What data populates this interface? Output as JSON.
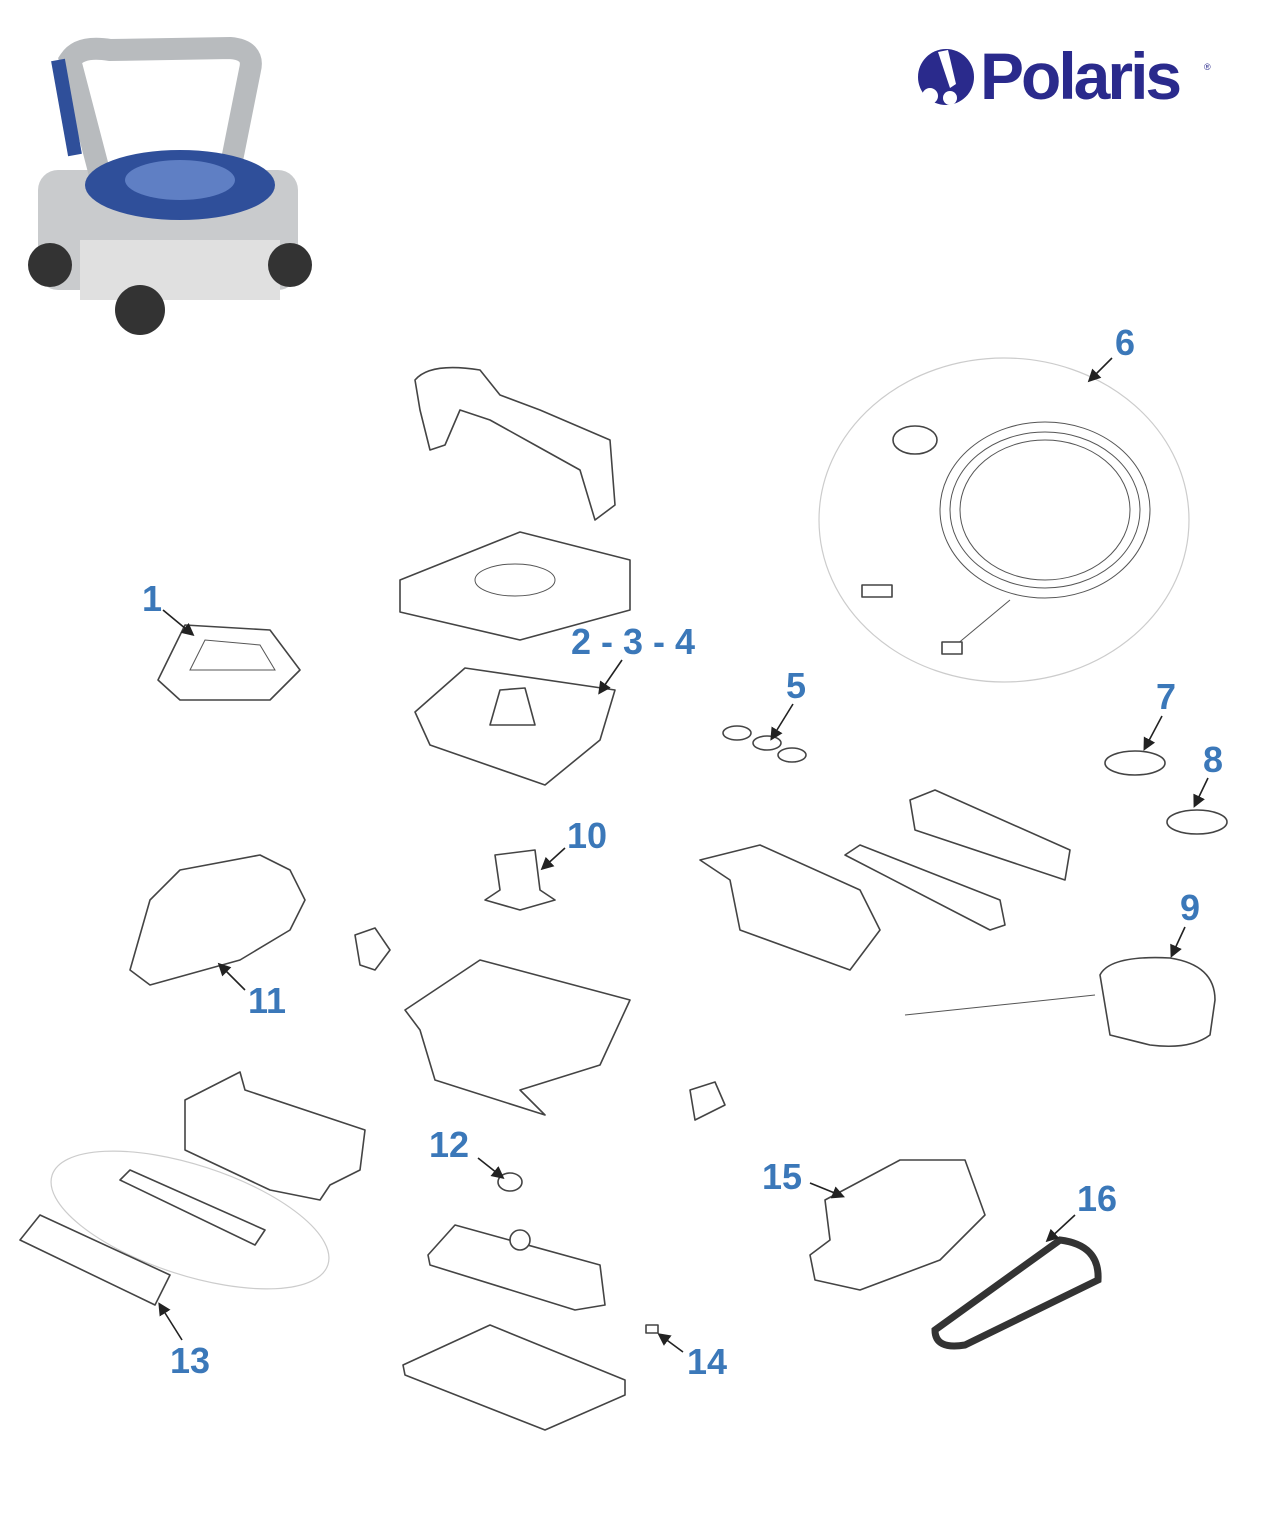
{
  "brand": {
    "name": "Polaris",
    "registered": "®",
    "color": "#2a2a8c"
  },
  "label_color": "#3b78b9",
  "callouts": [
    {
      "id": "1",
      "text": "1"
    },
    {
      "id": "2-3-4",
      "text": "2 - 3 - 4"
    },
    {
      "id": "5",
      "text": "5"
    },
    {
      "id": "6",
      "text": "6"
    },
    {
      "id": "7",
      "text": "7"
    },
    {
      "id": "8",
      "text": "8"
    },
    {
      "id": "9",
      "text": "9"
    },
    {
      "id": "10",
      "text": "10"
    },
    {
      "id": "11",
      "text": "11"
    },
    {
      "id": "12",
      "text": "12"
    },
    {
      "id": "13",
      "text": "13"
    },
    {
      "id": "14",
      "text": "14"
    },
    {
      "id": "15",
      "text": "15"
    },
    {
      "id": "16",
      "text": "16"
    }
  ]
}
